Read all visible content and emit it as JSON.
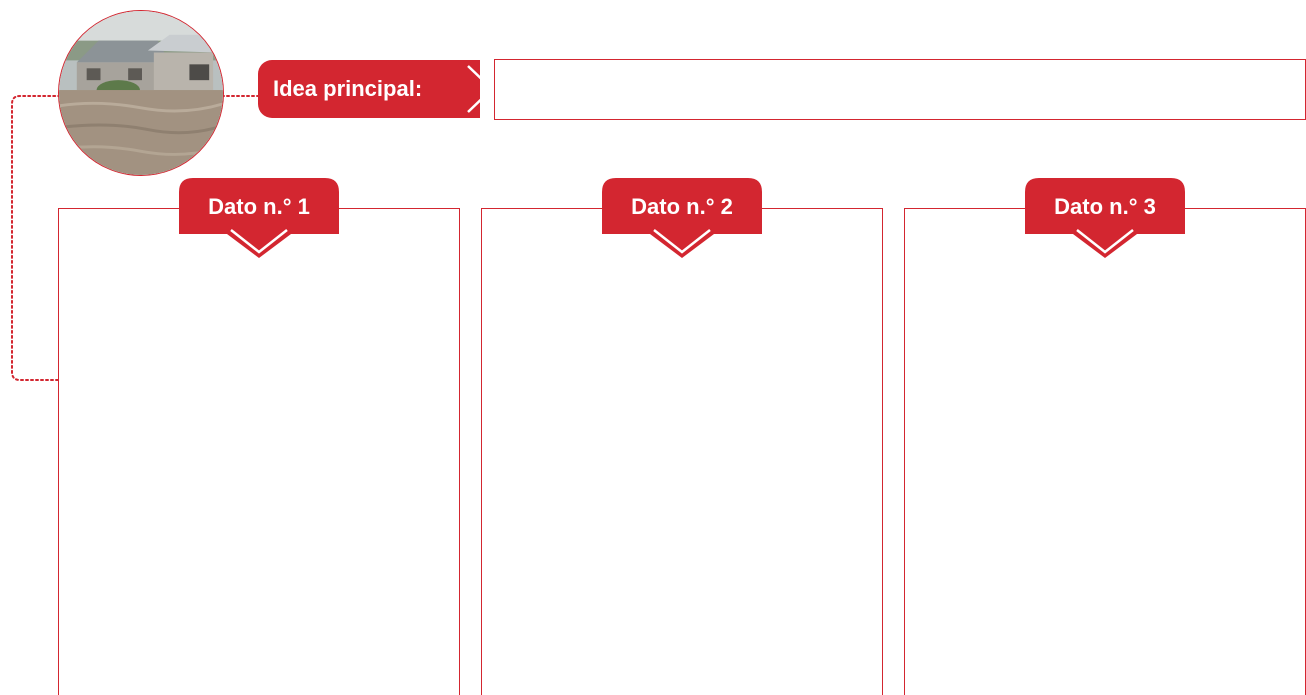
{
  "main_idea": {
    "label": "Idea principal:",
    "answer": ""
  },
  "facts": [
    {
      "label": "Dato n.° 1",
      "answer": ""
    },
    {
      "label": "Dato n.° 2",
      "answer": ""
    },
    {
      "label": "Dato n.° 3",
      "answer": ""
    }
  ],
  "photo": {
    "subject": "flooded-houses"
  },
  "colors": {
    "accent": "#d32630",
    "background": "#ffffff",
    "label_text": "#ffffff"
  }
}
